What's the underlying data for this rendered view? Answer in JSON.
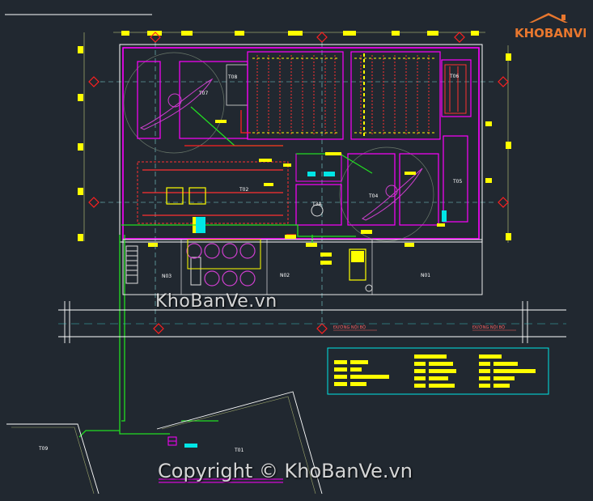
{
  "drawing": {
    "tanks": {
      "t01": "T01",
      "t02": "T02",
      "t04": "T04",
      "t05": "T05",
      "t06": "T06",
      "t07": "T07",
      "t08": "T08",
      "t09": "T09",
      "t3a": "T3A"
    },
    "zones": {
      "n01": "N01",
      "n02": "N02",
      "n03": "N03"
    },
    "roads": {
      "road_left": "ĐƯỜNG NỘI BỘ",
      "road_right": "ĐƯỜNG NỘI BỘ"
    }
  },
  "watermarks": {
    "logo_main": "KHOBANVE",
    "center": "KhoBanVe.vn",
    "copyright": "Copyright © KhoBanVe.vn"
  },
  "colors": {
    "background": "#212830",
    "magenta": "#ff00ff",
    "red": "#ff2020",
    "green": "#22dd22",
    "yellow": "#ffff00",
    "cyan": "#00e6e6",
    "white": "#ffffff",
    "logo_orange": "#e8772e"
  }
}
